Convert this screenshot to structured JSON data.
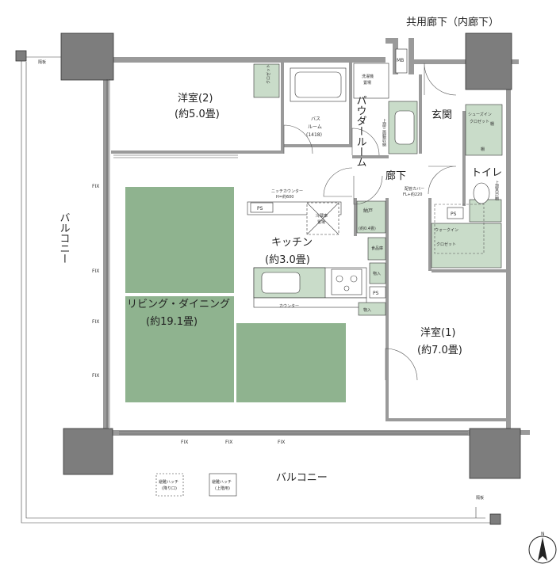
{
  "labels": {
    "corridor_top": "共用廊下（内廊下）",
    "western_room_2": "洋室(2)",
    "western_room_2_area": "(約5.0畳)",
    "closet_small": "クロゼット",
    "bath": "バス\nルーム\n(1418)",
    "washer": "洗濯機\n置場",
    "powder_room": "パウダールーム",
    "mb": "MB",
    "entrance": "玄関",
    "shoes_closet": "シューズイン\nクロゼット",
    "shelf_1": "棚",
    "shelf_2": "棚",
    "hallway": "廊下",
    "toilet": "トイレ",
    "niche_counter": "ニッチカウンター\nH=約600",
    "ps_1": "PS",
    "ps_2": "PS",
    "ps_3": "PS",
    "fridge": "冷蔵庫\n置場",
    "storage_closet": "納戸",
    "storage_area": "(約0.4畳)",
    "piping_cover": "配管カバー\nFL+約220",
    "walk_in_closet": "ウォークイン\nクロゼット",
    "kitchen": "キッチン",
    "kitchen_area": "(約3.0畳)",
    "pantry": "食品庫",
    "storage_1": "物入",
    "storage_2": "物入",
    "counter": "カウンター",
    "living_dining": "リビング・ダイニング",
    "living_dining_area": "(約19.1畳)",
    "western_room_1": "洋室(1)",
    "western_room_1_area": "(約7.0畳)",
    "balcony_left": "バルコニー",
    "balcony_bottom": "バルコニー",
    "evac_hatch_down": "避難ハッチ\n(降り口)",
    "evac_hatch_up": "避難ハッチ\n(上階用)",
    "partition_1": "隔板",
    "partition_2": "隔板",
    "fix": "FIX",
    "upper_cabinet_1": "上部吊戸棚",
    "upper_cabinet_2": "上部三面鏡収納",
    "north": "N"
  },
  "colors": {
    "floor_green": "#8fb38f",
    "fixture_green": "#c9dcc9",
    "column_gray": "#7d7d7d",
    "wall_hatch": "#9a9a9a"
  }
}
